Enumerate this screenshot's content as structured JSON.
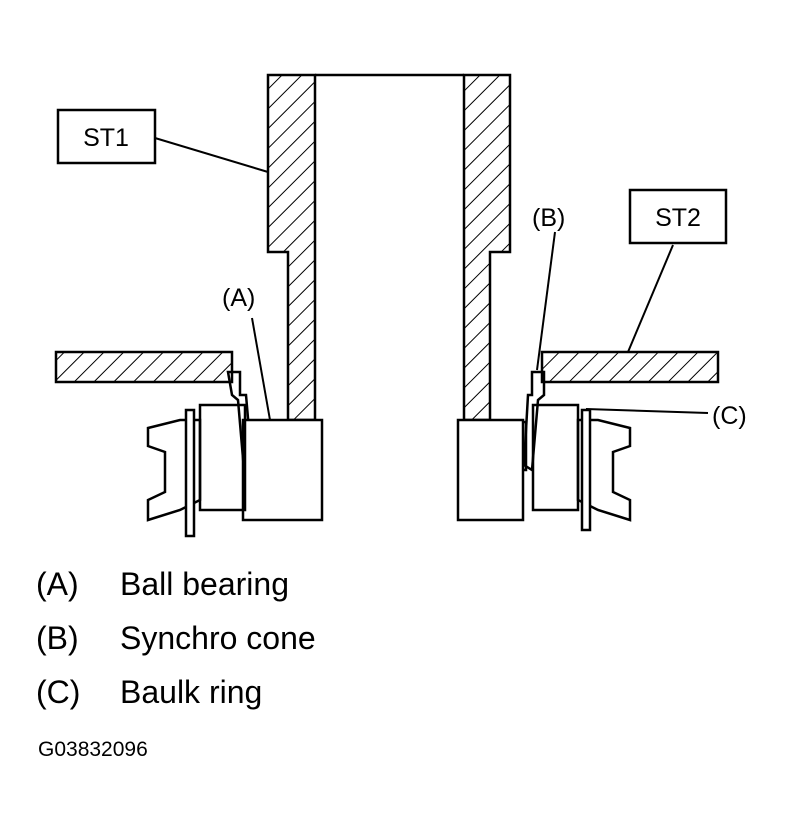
{
  "callouts": {
    "st1": "ST1",
    "st2": "ST2",
    "a": "(A)",
    "b": "(B)",
    "c": "(C)"
  },
  "legend": [
    {
      "key": "(A)",
      "desc": "Ball bearing"
    },
    {
      "key": "(B)",
      "desc": "Synchro cone"
    },
    {
      "key": "(C)",
      "desc": "Baulk ring"
    }
  ],
  "figure_id": "G03832096"
}
